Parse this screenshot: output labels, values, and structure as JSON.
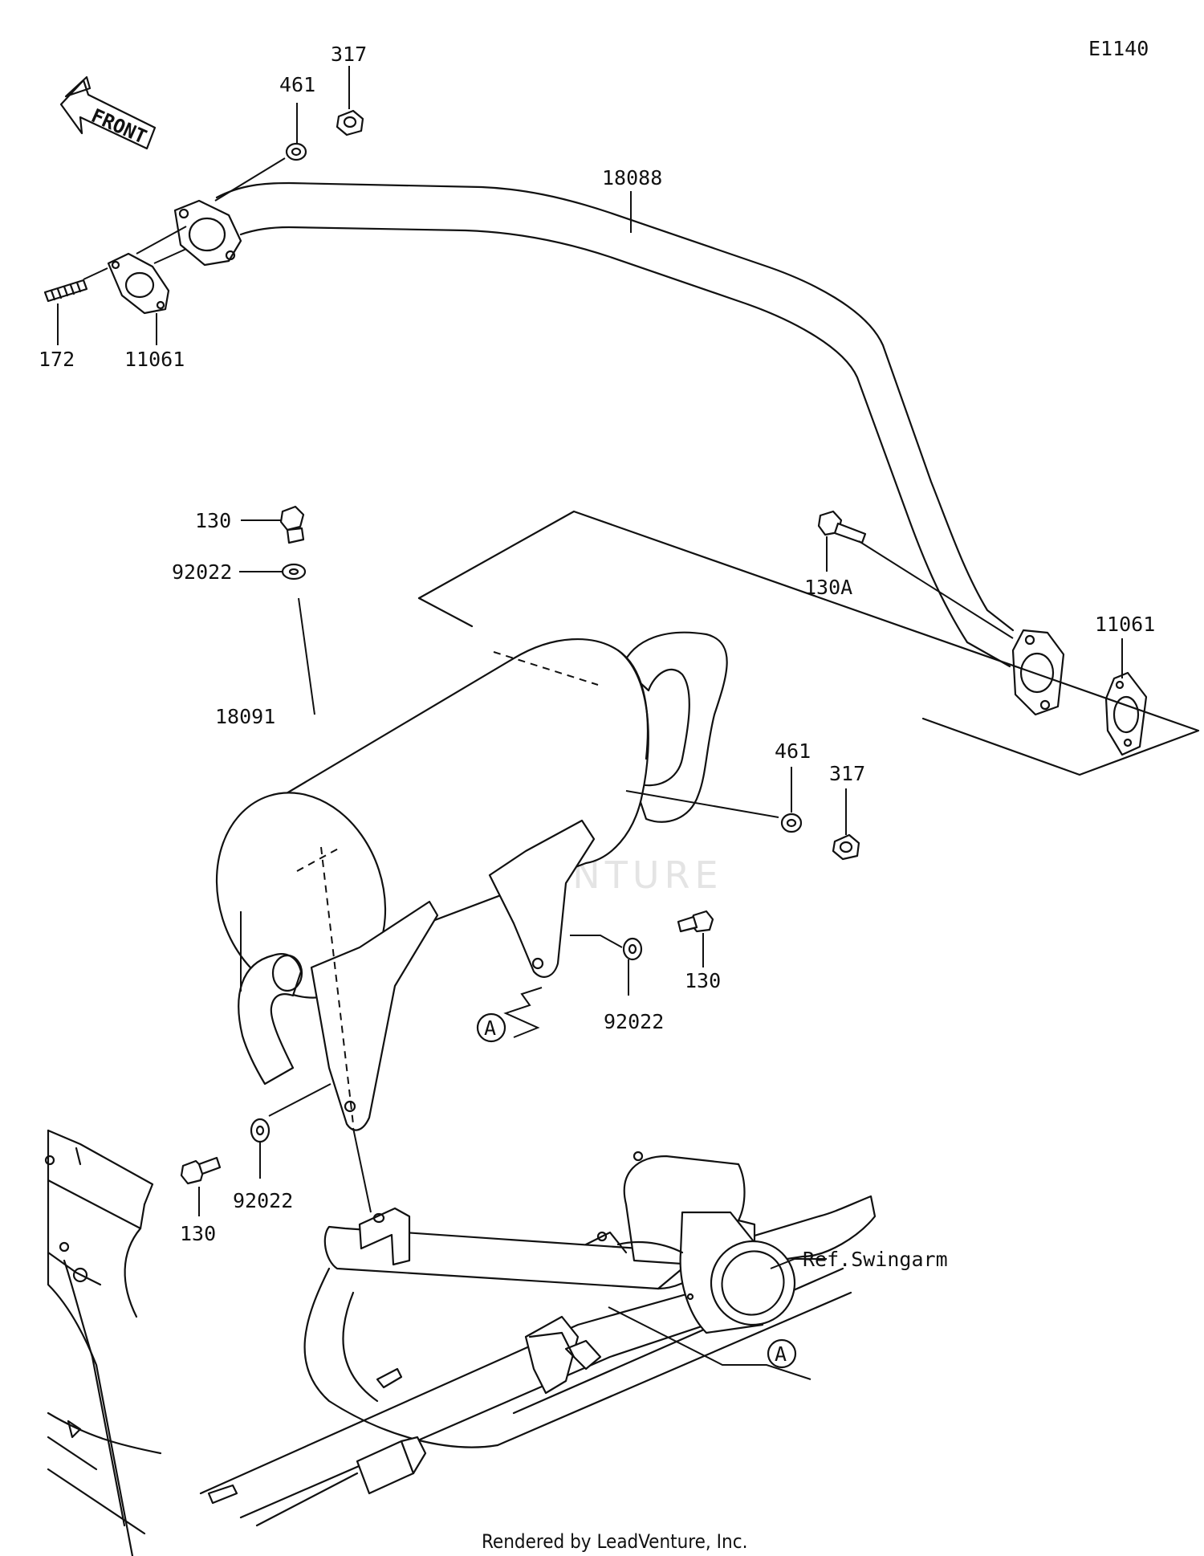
{
  "diagram_code": "E1140",
  "front_arrow_label": "FRONT",
  "watermark": "LEADVENTURE",
  "credit": "Rendered by LeadVenture, Inc.",
  "callouts": {
    "nut_top": "317",
    "washer_top": "461",
    "exhaust_pipe": "18088",
    "stud": "172",
    "gasket_left": "11061",
    "bolt_upper": "130",
    "washer_upper": "92022",
    "bolt_130a": "130A",
    "gasket_right": "11061",
    "muffler": "18091",
    "washer_right": "461",
    "nut_right": "317",
    "bolt_right": "130",
    "washer_mid": "92022",
    "ref_a_upper": "A",
    "washer_lower": "92022",
    "bolt_lower": "130",
    "ref_swingarm": "Ref.Swingarm",
    "ref_a_lower": "A"
  }
}
